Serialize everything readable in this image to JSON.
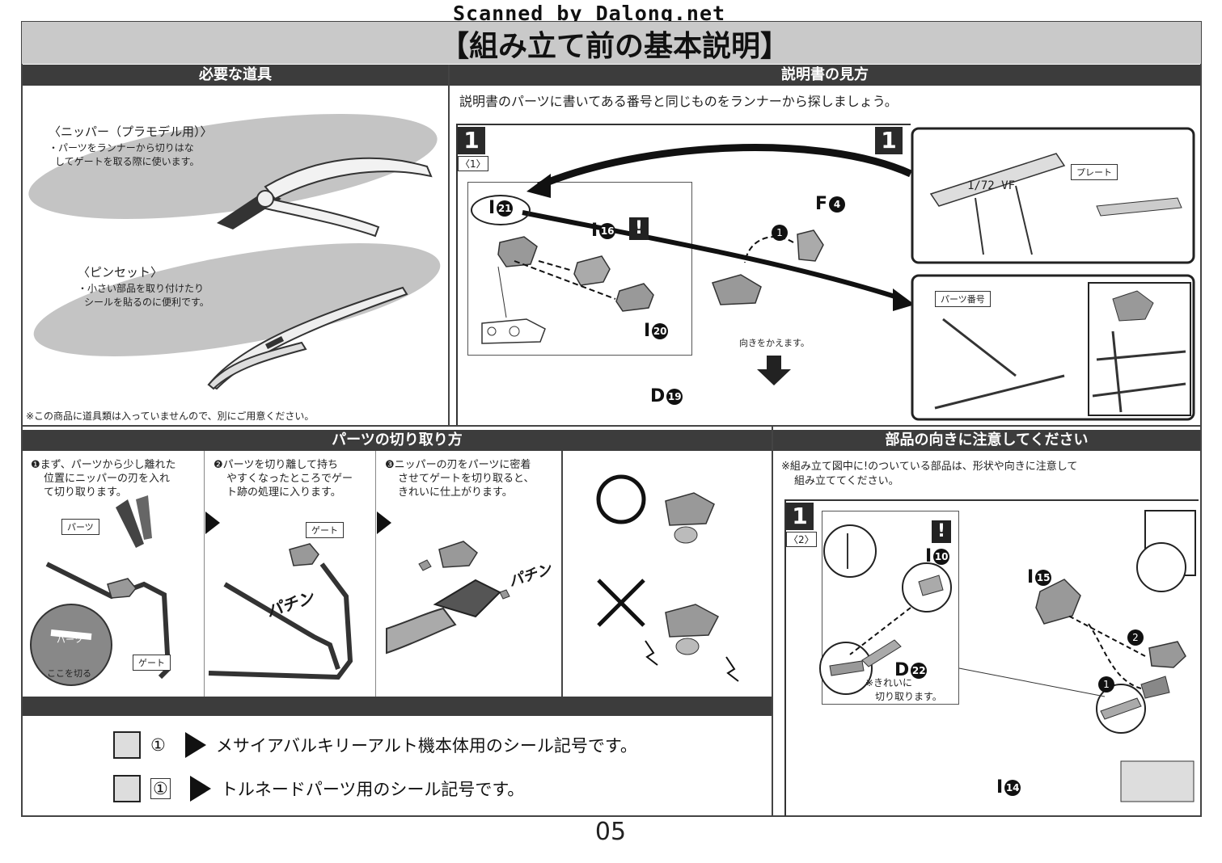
{
  "watermark": "Scanned by Dalong.net",
  "page_title": "【組み立て前の基本説明】",
  "tools": {
    "heading": "必要な道具",
    "nipper_title": "〈ニッパー（プラモデル用）〉",
    "nipper_desc_1": "・パーツをランナーから切りはな",
    "nipper_desc_2": "してゲートを取る際に使います。",
    "tweezers_title": "〈ピンセット〉",
    "tweezers_desc_1": "・小さい部品を取り付けたり",
    "tweezers_desc_2": "シールを貼るのに便利です。",
    "note": "※この商品に道具類は入っていませんので、別にご用意ください。"
  },
  "manual": {
    "heading": "説明書の見方",
    "intro": "説明書のパーツに書いてある番号と同じものをランナーから探しましょう。",
    "step_number": "1",
    "step_sub": "〈1〉",
    "step_number_2": "1",
    "part_i21": "I",
    "part_i21_num": "21",
    "part_i16": "I",
    "part_i16_num": "16",
    "part_i20": "I",
    "part_i20_num": "20",
    "part_f4": "F",
    "part_f4_num": "4",
    "part_d19": "D",
    "part_d19_num": "19",
    "order_mark": "1",
    "rotate_note": "向きをかえます。",
    "plate_label": "プレート",
    "plate_text": "1/72 VF",
    "part_number_label": "パーツ番号",
    "excl": "!"
  },
  "cutting": {
    "heading": "パーツの切り取り方",
    "step1_1": "❶まず、パーツから少し離れた",
    "step1_2": "位置にニッパーの刃を入れ",
    "step1_3": "て切り取ります。",
    "step2_1": "❷パーツを切り離して持ち",
    "step2_2": "やすくなったところでゲー",
    "step2_3": "ト跡の処理に入ります。",
    "step3_1": "❸ニッパーの刃をパーツに密着",
    "step3_2": "させてゲートを切り取ると、",
    "step3_3": "きれいに仕上がります。",
    "label_parts": "パーツ",
    "label_gate": "ゲート",
    "label_parts_2": "パーツ",
    "label_cut_here": "ここを切る",
    "label_gate_2": "ゲート",
    "sfx_pachi": "パチン",
    "sfx_pachin": "パチン",
    "good_mark": "○",
    "bad_mark": "×"
  },
  "orientation": {
    "heading": "部品の向きに注意してください",
    "note_1": "※組み立て図中に!のついている部品は、形状や向きに注意して",
    "note_2": "組み立ててください。",
    "step_number": "1",
    "step_sub": "〈2〉",
    "part_i10": "I",
    "part_i10_num": "10",
    "part_i15": "I",
    "part_i15_num": "15",
    "part_d22": "D",
    "part_d22_num": "22",
    "part_i14": "I",
    "part_i14_num": "14",
    "trim_note_1": "※きれいに",
    "trim_note_2": "切り取ります。",
    "order_1": "1",
    "order_2": "2",
    "excl": "!"
  },
  "seals": {
    "row1_num": "①",
    "row1_text": "メサイアバルキリーアルト機本体用のシール記号です。",
    "row2_num": "①",
    "row2_text": "トルネードパーツ用のシール記号です。"
  },
  "page_number": "05",
  "colors": {
    "band": "#3c3c3c",
    "ink": "#1a1a1a",
    "gray_blob": "#b8b8b8",
    "part_gray": "#9a9a9a"
  }
}
